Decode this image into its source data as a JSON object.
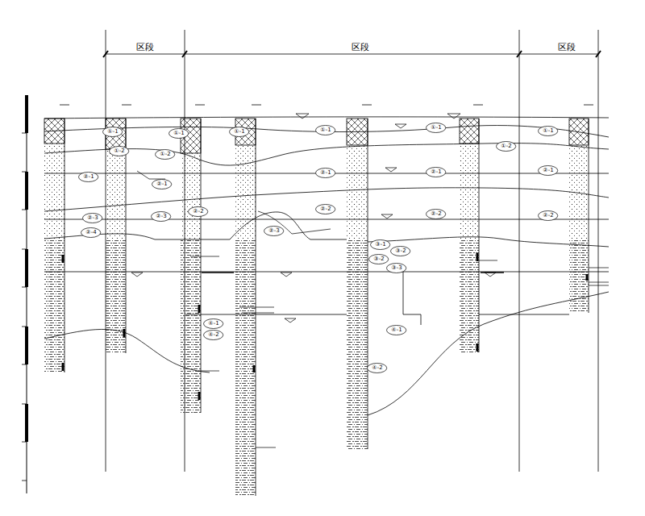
{
  "diagram": {
    "nodes": [
      {
        "text": [
          "①-1"
        ]
      },
      {
        "text": [
          "①-1"
        ]
      },
      {
        "text": [
          "①-1"
        ]
      },
      {
        "text": [
          "①-1"
        ]
      },
      {
        "text": [
          "①-1"
        ]
      },
      {
        "text": [
          "①-1"
        ]
      },
      {
        "text": [
          "①-2"
        ]
      },
      {
        "text": [
          "①-2"
        ]
      },
      {
        "text": [
          "①-2"
        ]
      },
      {
        "text": [
          "②-1"
        ]
      },
      {
        "text": [
          "②-1"
        ]
      },
      {
        "text": [
          "②-1"
        ]
      },
      {
        "text": [
          "②-1"
        ]
      },
      {
        "text": [
          "②-1"
        ]
      },
      {
        "text": [
          "②-2"
        ]
      },
      {
        "text": [
          "②-2"
        ]
      },
      {
        "text": [
          "②-2"
        ]
      },
      {
        "text": [
          "②-2"
        ]
      },
      {
        "text": [
          "②-3"
        ]
      },
      {
        "text": [
          "②-3"
        ]
      },
      {
        "text": [
          "②-3"
        ]
      },
      {
        "text": [
          "②-4"
        ]
      },
      {
        "text": [
          "③-1"
        ]
      },
      {
        "text": [
          "③-2"
        ]
      },
      {
        "text": [
          "③-2"
        ]
      },
      {
        "text": [
          "③-3"
        ]
      },
      {
        "text": [
          "④-1"
        ]
      },
      {
        "text": [
          "④-2"
        ]
      },
      {
        "text": [
          "④-1"
        ]
      },
      {
        "text": [
          "④-2"
        ]
      }
    ],
    "labels": [
      "区段",
      "区段",
      "区段"
    ]
  }
}
